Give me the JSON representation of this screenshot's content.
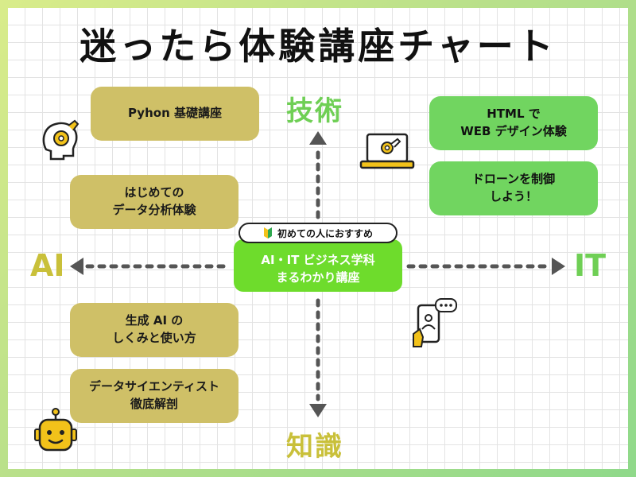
{
  "title": "迷ったら体験講座チャート",
  "axes": {
    "top": "技術",
    "bottom": "知識",
    "left": "AI",
    "right": "IT"
  },
  "colors": {
    "frame": "#b8e08a",
    "olive_box": "#cfc067",
    "green_box": "#71d560",
    "center_box": "#6edc2c",
    "axis_top": "#6fcf55",
    "axis_left": "#c9c03a",
    "arrow": "#555555"
  },
  "center": {
    "badge": "初めての人におすすめ",
    "line1": "AI・IT ビジネス学科",
    "line2": "まるわかり講座"
  },
  "courses": {
    "python": {
      "line1": "Pyhon 基礎講座"
    },
    "data_analysis": {
      "line1": "はじめての",
      "line2": "データ分析体験"
    },
    "html": {
      "line1": "HTML で",
      "line2": "WEB デザイン体験"
    },
    "drone": {
      "line1": "ドローンを制御",
      "line2": "しよう！"
    },
    "genai": {
      "line1": "生成 AI の",
      "line2": "しくみと使い方"
    },
    "data_scientist": {
      "line1": "データサイエンティスト",
      "line2": "徹底解剖"
    }
  },
  "icons": [
    "brain-gear-icon",
    "laptop-gear-icon",
    "smartphone-chat-icon",
    "robot-icon",
    "beginner-mark-icon"
  ]
}
